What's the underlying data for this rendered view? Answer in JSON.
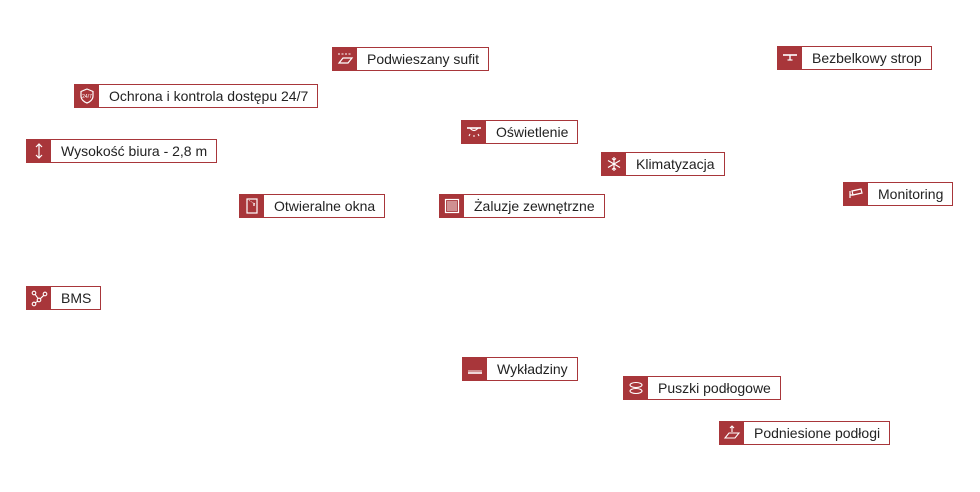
{
  "tags": [
    {
      "label": "Podwieszany sufit",
      "icon": "suspended-ceiling-icon"
    },
    {
      "label": "Bezbelkowy strop",
      "icon": "beamless-ceiling-icon"
    },
    {
      "label": "Ochrona i kontrola dostępu 24/7",
      "icon": "security-247-shield-icon"
    },
    {
      "label": "Oświetlenie",
      "icon": "lighting-icon"
    },
    {
      "label": "Wysokość biura - 2,8 m",
      "icon": "height-arrow-icon"
    },
    {
      "label": "Klimatyzacja",
      "icon": "snowflake-icon"
    },
    {
      "label": "Monitoring",
      "icon": "cctv-camera-icon"
    },
    {
      "label": "Otwieralne okna",
      "icon": "window-icon"
    },
    {
      "label": "Żaluzje zewnętrzne",
      "icon": "blinds-icon"
    },
    {
      "label": "BMS",
      "icon": "network-nodes-icon"
    },
    {
      "label": "Wykładziny",
      "icon": "carpet-icon"
    },
    {
      "label": "Puszki podłogowe",
      "icon": "floor-box-icon"
    },
    {
      "label": "Podniesione podłogi",
      "icon": "raised-floor-icon"
    }
  ],
  "colors": {
    "accent": "#a8363a",
    "text": "#222222"
  }
}
